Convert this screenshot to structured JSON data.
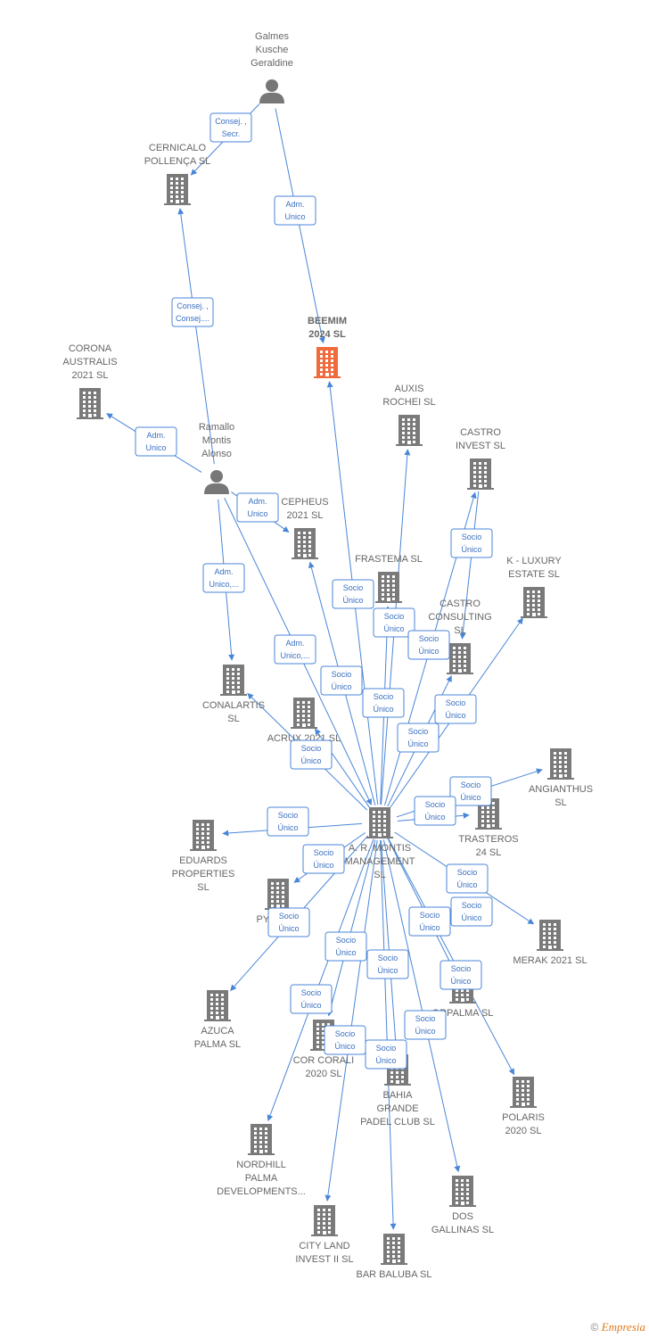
{
  "colors": {
    "edge": "#4a86d8",
    "company": "#7a7a7a",
    "focus_company": "#f06a3c",
    "person": "#777777"
  },
  "footer": {
    "copyright": "©",
    "brand": "Empresia"
  },
  "nodes": [
    {
      "id": "galmes",
      "type": "person",
      "lines": [
        "Galmes",
        "Kusche",
        "Geraldine"
      ]
    },
    {
      "id": "cernicalo",
      "type": "company",
      "lines": [
        "CERNICALO",
        "POLLENÇA  SL"
      ]
    },
    {
      "id": "beemim",
      "type": "company",
      "focus": true,
      "lines": [
        "BEEMIM",
        "2024  SL"
      ]
    },
    {
      "id": "corona",
      "type": "company",
      "lines": [
        "CORONA",
        "AUSTRALIS",
        "2021  SL"
      ]
    },
    {
      "id": "ramallo",
      "type": "person",
      "lines": [
        "Ramallo",
        "Montis",
        "Alonso"
      ]
    },
    {
      "id": "auxis",
      "type": "company",
      "lines": [
        "AUXIS",
        "ROCHEI  SL"
      ]
    },
    {
      "id": "castro_invest",
      "type": "company",
      "lines": [
        "CASTRO",
        "INVEST  SL"
      ]
    },
    {
      "id": "cepheus",
      "type": "company",
      "lines": [
        "CEPHEUS",
        "2021  SL"
      ]
    },
    {
      "id": "frastema",
      "type": "company",
      "lines": [
        "FRASTEMA  SL"
      ]
    },
    {
      "id": "k_luxury",
      "type": "company",
      "lines": [
        "K -  LUXURY",
        "ESTATE  SL"
      ]
    },
    {
      "id": "castro_consulting",
      "type": "company",
      "lines": [
        "CASTRO",
        "CONSULTING",
        "SL"
      ]
    },
    {
      "id": "conalartis",
      "type": "company",
      "lines": [
        "CONALARTIS",
        "SL"
      ]
    },
    {
      "id": "acrux",
      "type": "company",
      "lines": [
        "ACRUX 2021  SL"
      ]
    },
    {
      "id": "angianthus",
      "type": "company",
      "lines": [
        "ANGIANTHUS",
        "SL"
      ]
    },
    {
      "id": "ar_montis",
      "type": "company",
      "lines": [
        "A. R. MONTIS",
        "MANAGEMENT",
        "SL"
      ]
    },
    {
      "id": "trasteros",
      "type": "company",
      "lines": [
        "TRASTEROS",
        "24  SL"
      ]
    },
    {
      "id": "eduards",
      "type": "company",
      "lines": [
        "EDUARDS",
        "PROPERTIES",
        "SL"
      ]
    },
    {
      "id": "pyxis",
      "type": "company",
      "lines": [
        "PYXIS  SL"
      ]
    },
    {
      "id": "merak",
      "type": "company",
      "lines": [
        "MERAK 2021  SL"
      ]
    },
    {
      "id": "orpalma",
      "type": "company",
      "lines": [
        "ORPALMA  SL"
      ]
    },
    {
      "id": "azuca",
      "type": "company",
      "lines": [
        "AZUCA",
        "PALMA  SL"
      ]
    },
    {
      "id": "cor_corali",
      "type": "company",
      "lines": [
        "COR CORALI",
        "2020  SL"
      ]
    },
    {
      "id": "bahia",
      "type": "company",
      "lines": [
        "BAHIA",
        "GRANDE",
        "PADEL CLUB  SL"
      ]
    },
    {
      "id": "polaris",
      "type": "company",
      "lines": [
        "POLARIS",
        "2020  SL"
      ]
    },
    {
      "id": "nordhill",
      "type": "company",
      "lines": [
        "NORDHILL",
        "PALMA",
        "DEVELOPMENTS..."
      ]
    },
    {
      "id": "dos_gallinas",
      "type": "company",
      "lines": [
        "DOS",
        "GALLINAS  SL"
      ]
    },
    {
      "id": "city_land",
      "type": "company",
      "lines": [
        "CITY LAND",
        "INVEST II  SL"
      ]
    },
    {
      "id": "bar_baluba",
      "type": "company",
      "lines": [
        "BAR BALUBA  SL"
      ]
    }
  ],
  "edges": [
    {
      "from": "galmes",
      "to": "cernicalo",
      "lines": [
        "Consej. ,",
        "Secr."
      ]
    },
    {
      "from": "galmes",
      "to": "beemim",
      "lines": [
        "Adm.",
        "Unico"
      ]
    },
    {
      "from": "ramallo",
      "to": "cernicalo",
      "lines": [
        "Consej. ,",
        "Consej...."
      ]
    },
    {
      "from": "ramallo",
      "to": "corona",
      "lines": [
        "Adm.",
        "Unico"
      ]
    },
    {
      "from": "ramallo",
      "to": "cepheus",
      "lines": [
        "Adm.",
        "Unico"
      ]
    },
    {
      "from": "ramallo",
      "to": "conalartis",
      "lines": [
        "Adm.",
        "Unico,..."
      ]
    },
    {
      "from": "ramallo",
      "to": "ar_montis",
      "lines": [
        "Adm.",
        "Unico,..."
      ]
    },
    {
      "from": "ar_montis",
      "to": "beemim",
      "lines": [
        "Socio",
        "Único"
      ]
    },
    {
      "from": "ar_montis",
      "to": "auxis",
      "lines": [
        "Socio",
        "Único"
      ]
    },
    {
      "from": "ar_montis",
      "to": "castro_invest",
      "lines": [
        "Socio",
        "Único"
      ]
    },
    {
      "from": "ar_montis",
      "to": "cepheus",
      "lines": [
        "Socio",
        "Único"
      ]
    },
    {
      "from": "ar_montis",
      "to": "frastema",
      "lines": [
        "Socio",
        "Único"
      ]
    },
    {
      "from": "ar_montis",
      "to": "castro_consulting",
      "lines": [
        "Socio",
        "Único"
      ]
    },
    {
      "from": "ar_montis",
      "to": "k_luxury",
      "lines": [
        "Socio",
        "Único"
      ]
    },
    {
      "from": "ar_montis",
      "to": "acrux",
      "lines": [
        "Socio",
        "Único"
      ]
    },
    {
      "from": "ar_montis",
      "to": "conalartis",
      "lines": [
        "Socio",
        "Único"
      ]
    },
    {
      "from": "ar_montis",
      "to": "angianthus",
      "lines": [
        "Socio",
        "Único"
      ]
    },
    {
      "from": "ar_montis",
      "to": "trasteros",
      "lines": [
        "Socio",
        "Único"
      ]
    },
    {
      "from": "ar_montis",
      "to": "eduards",
      "lines": [
        "Socio",
        "Único"
      ]
    },
    {
      "from": "ar_montis",
      "to": "pyxis",
      "lines": [
        "Socio",
        "Único"
      ]
    },
    {
      "from": "ar_montis",
      "to": "merak",
      "lines": [
        "Socio",
        "Único"
      ]
    },
    {
      "from": "ar_montis",
      "to": "orpalma",
      "lines": [
        "Socio",
        "Único"
      ]
    },
    {
      "from": "ar_montis",
      "to": "azuca",
      "lines": [
        "Socio",
        "Único"
      ]
    },
    {
      "from": "ar_montis",
      "to": "cor_corali",
      "lines": [
        "Socio",
        "Único"
      ]
    },
    {
      "from": "ar_montis",
      "to": "bahia",
      "lines": [
        "Socio",
        "Único"
      ]
    },
    {
      "from": "ar_montis",
      "to": "polaris",
      "lines": [
        "Socio",
        "Único"
      ]
    },
    {
      "from": "ar_montis",
      "to": "nordhill",
      "lines": [
        "Socio",
        "Único"
      ]
    },
    {
      "from": "ar_montis",
      "to": "dos_gallinas",
      "lines": [
        "Socio",
        "Único"
      ]
    },
    {
      "from": "ar_montis",
      "to": "city_land",
      "lines": [
        "Socio",
        "Único"
      ]
    },
    {
      "from": "ar_montis",
      "to": "bar_baluba",
      "lines": [
        "Socio",
        "Único"
      ]
    },
    {
      "from": "castro_invest",
      "to": "castro_consulting",
      "lines": [
        "Socio",
        "Único"
      ]
    }
  ]
}
